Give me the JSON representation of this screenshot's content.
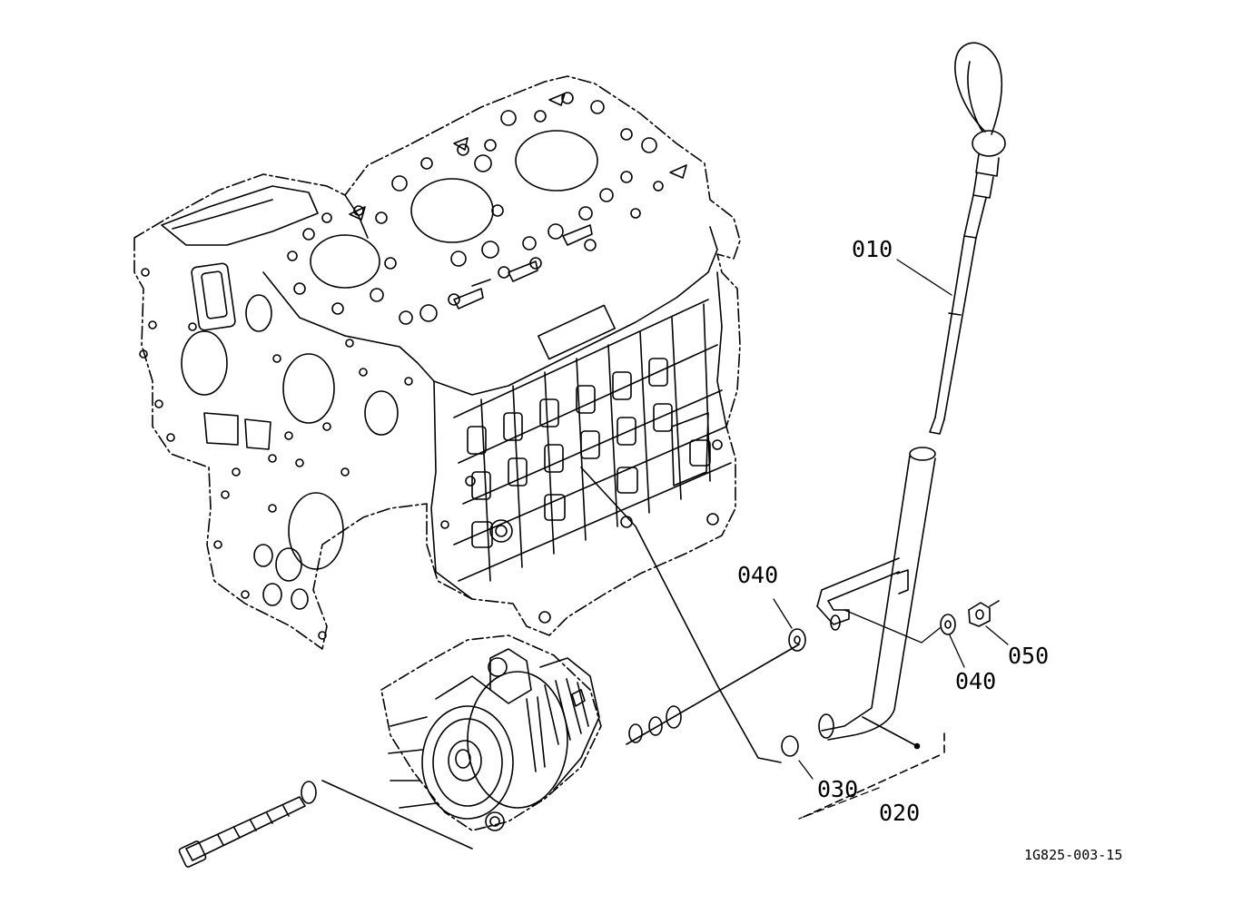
{
  "callouts": {
    "c010": "010",
    "c020": "020",
    "c030": "030",
    "c040_left": "040",
    "c040_right": "040",
    "c050": "050"
  },
  "drawing_code": "1G825-003-15",
  "colors": {
    "line": "#000000",
    "background": "#ffffff"
  }
}
